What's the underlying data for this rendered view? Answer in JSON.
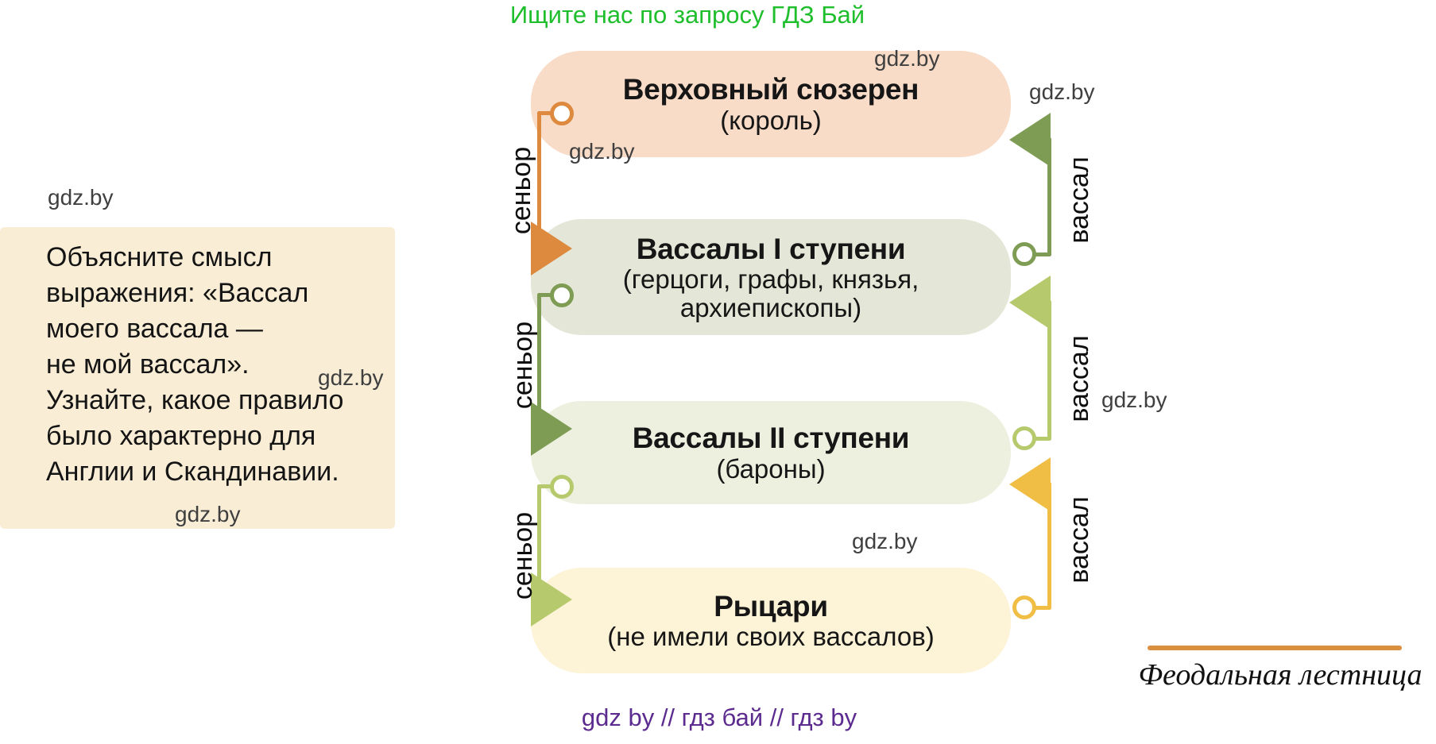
{
  "header": {
    "promo_text": "Ищите нас по запросу ГДЗ Бай"
  },
  "task_box": {
    "text": "Объясните смысл\nвыражения: «Вассал\nмоего вассала —\nне мой вассал».\nУзнайте, какое правило\nбыло характерно для\nАнглии и Скандинавии."
  },
  "diagram": {
    "levels": [
      {
        "title": "Верховный сюзерен",
        "subtitle": "(король)",
        "color": "#f8dcc7"
      },
      {
        "title": "Вассалы I ступени",
        "subtitle": "(герцоги, графы, князья,\nархиепископы)",
        "color": "#e4e7d7"
      },
      {
        "title": "Вассалы II ступени",
        "subtitle": "(бароны)",
        "color": "#edf0df"
      },
      {
        "title": "Рыцари",
        "subtitle": "(не имели своих вассалов)",
        "color": "#fdf3d6"
      }
    ],
    "left_labels": [
      "сеньор",
      "сеньор",
      "сеньор"
    ],
    "right_labels": [
      "вассал",
      "вассал",
      "вассал"
    ],
    "connector_colors": {
      "orange": "#dd8a3f",
      "olive_green": "#7e9c53",
      "light_green": "#b6ca6d",
      "amber": "#f0bd45"
    },
    "caption": "Феодальная лестница"
  },
  "watermarks": [
    "gdz.by",
    "gdz.by",
    "gdz.by",
    "gdz.by",
    "gdz.by",
    "gdz.by",
    "gdz.by",
    "gdz.by"
  ],
  "footer": {
    "purple_text": "gdz by  //  гдз бай  //  гдз by"
  }
}
